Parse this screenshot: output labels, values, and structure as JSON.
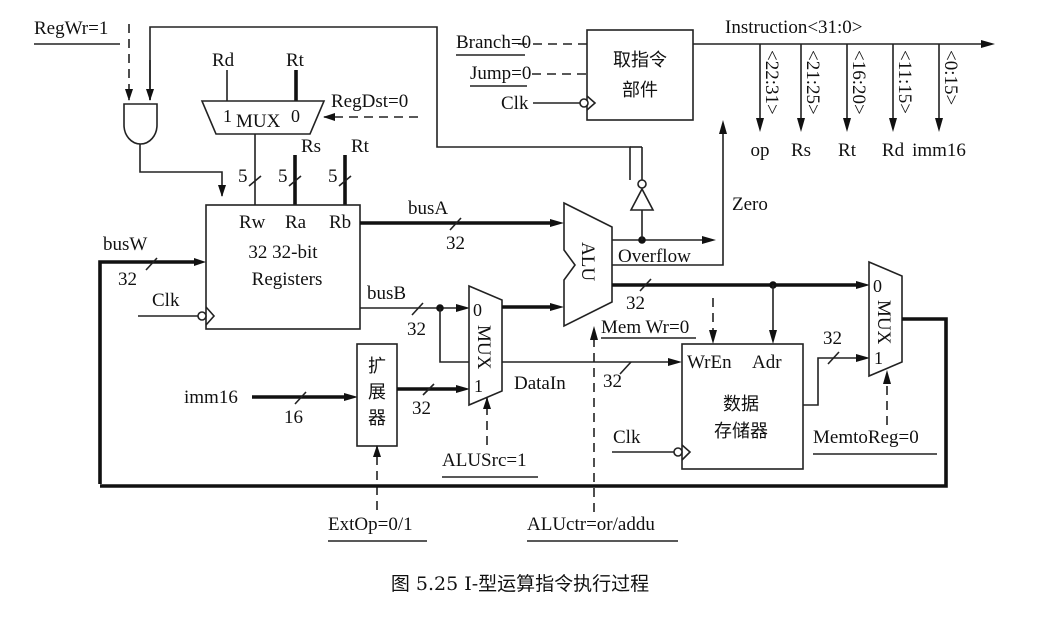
{
  "figure": {
    "caption": "图 5.25   I-型运算指令执行过程"
  },
  "control_signals": {
    "regwr": "RegWr=1",
    "regdst": "RegDst=0",
    "branch": "Branch=0",
    "jump": "Jump=0",
    "alusrc": "ALUSrc=1",
    "extop": "ExtOp=0/1",
    "aluctr": "ALUctr=or/addu",
    "memwr": "Mem Wr=0",
    "memtoreg": "MemtoReg=0"
  },
  "fetch_unit": {
    "label_line1": "取指令",
    "label_line2": "部件",
    "clk": "Clk",
    "output": "Instruction<31:0>"
  },
  "instruction_fields": [
    {
      "bits": "<22:31>",
      "name": "op"
    },
    {
      "bits": "<21:25>",
      "name": "Rs"
    },
    {
      "bits": "<16:20>",
      "name": "Rt"
    },
    {
      "bits": "<11:15>",
      "name": "Rd"
    },
    {
      "bits": "<0:15>",
      "name": "imm16"
    }
  ],
  "regdst_mux": {
    "label": "MUX",
    "in1": "1",
    "in0": "0",
    "input_rd": "Rd",
    "input_rt": "Rt"
  },
  "register_file": {
    "line1": "32 32-bit",
    "line2": "Registers",
    "port_rw": "Rw",
    "port_ra": "Ra",
    "port_rb": "Rb",
    "clk": "Clk",
    "rs_label": "Rs",
    "rt_label": "Rt",
    "width5": "5",
    "busw": "busW",
    "busa": "busA",
    "busb": "busB",
    "width32": "32"
  },
  "extender": {
    "label": [
      "扩",
      "展",
      "器"
    ],
    "input": "imm16",
    "input_width": "16",
    "output_width": "32"
  },
  "alusrc_mux": {
    "label": "MUX",
    "in0": "0",
    "in1": "1",
    "datain": "DataIn"
  },
  "alu": {
    "label": "ALU",
    "overflow": "Overflow",
    "zero": "Zero",
    "width": "32"
  },
  "data_memory": {
    "line1": "数据",
    "line2": "存储器",
    "wren": "WrEn",
    "adr": "Adr",
    "clk": "Clk",
    "in_width": "32",
    "out_width": "32"
  },
  "memtoreg_mux": {
    "label": "MUX",
    "in0": "0",
    "in1": "1"
  }
}
